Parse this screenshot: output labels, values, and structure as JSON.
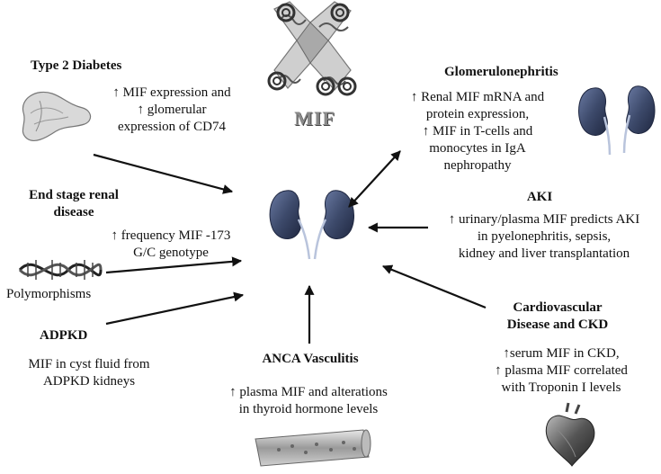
{
  "center_label": "MIF",
  "nodes": {
    "t2d": {
      "title": "Type 2 Diabetes",
      "lines": [
        "↑ MIF expression and",
        "↑ glomerular",
        "expression of CD74"
      ]
    },
    "esrd": {
      "title_lines": [
        "End stage renal",
        "disease"
      ],
      "lines": [
        "↑ frequency MIF -173",
        "G/C genotype"
      ],
      "caption": "Polymorphisms"
    },
    "adpkd": {
      "title": "ADPKD",
      "lines": [
        "MIF in cyst fluid from",
        "ADPKD kidneys"
      ]
    },
    "anca": {
      "title": "ANCA Vasculitis",
      "lines": [
        "↑ plasma MIF and alterations",
        "in thyroid hormone levels"
      ]
    },
    "gn": {
      "title": "Glomerulonephritis",
      "lines": [
        "↑ Renal MIF mRNA and",
        "protein expression,",
        "↑ MIF in T-cells and",
        "monocytes in IgA",
        "nephropathy"
      ]
    },
    "aki": {
      "title": "AKI",
      "lines": [
        "↑ urinary/plasma MIF predicts AKI",
        "in pyelonephritis, sepsis,",
        "kidney and liver transplantation"
      ]
    },
    "cvd": {
      "title_lines": [
        "Cardiovascular",
        "Disease and CKD"
      ],
      "lines": [
        "↑serum MIF in CKD,",
        "↑ plasma MIF correlated",
        "with Troponin I levels"
      ]
    }
  },
  "icons": [
    "mif-protein-icon",
    "kidney-icon",
    "pancreas-icon",
    "dna-icon",
    "blood-vessel-icon",
    "heart-icon"
  ],
  "colors": {
    "kidney": "#3d4a6b",
    "arrow": "#111111",
    "mif_label": "#8a8a8a"
  }
}
